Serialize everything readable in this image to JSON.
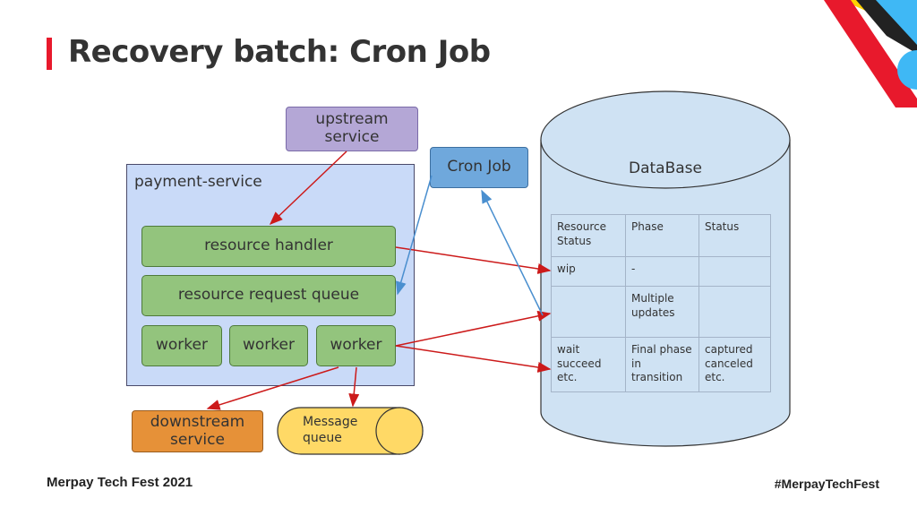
{
  "slide": {
    "title": "Recovery batch: Cron Job",
    "footer_left": "Merpay Tech Fest  2021",
    "footer_right": "#MerpayTechFest"
  },
  "diagram": {
    "upstream": "upstream service",
    "payment_service": "payment-service",
    "resource_handler": "resource handler",
    "resource_request_queue": "resource request queue",
    "workers": [
      "worker",
      "worker",
      "worker"
    ],
    "cron_job": "Cron Job",
    "downstream": "downstream service",
    "message_queue": "Message queue",
    "database": {
      "title": "DataBase",
      "headers": [
        "Resource Status",
        "Phase",
        "Status"
      ],
      "rows": [
        [
          "wip",
          "-",
          ""
        ],
        [
          "",
          "Multiple updates",
          ""
        ],
        [
          "wait succeed etc.",
          "Final phase in transition",
          "captured canceled etc."
        ]
      ]
    }
  },
  "colors": {
    "accent_red": "#e8192c",
    "arrow_red": "#cc1a1a",
    "arrow_blue": "#4a8fcf",
    "upstream_fill": "#b4a7d6",
    "payment_fill": "#c9daf8",
    "green_fill": "#93c47d",
    "cron_fill": "#6fa8dc",
    "downstream_fill": "#e69138",
    "queue_fill": "#ffd966",
    "db_fill": "#cfe2f3"
  }
}
